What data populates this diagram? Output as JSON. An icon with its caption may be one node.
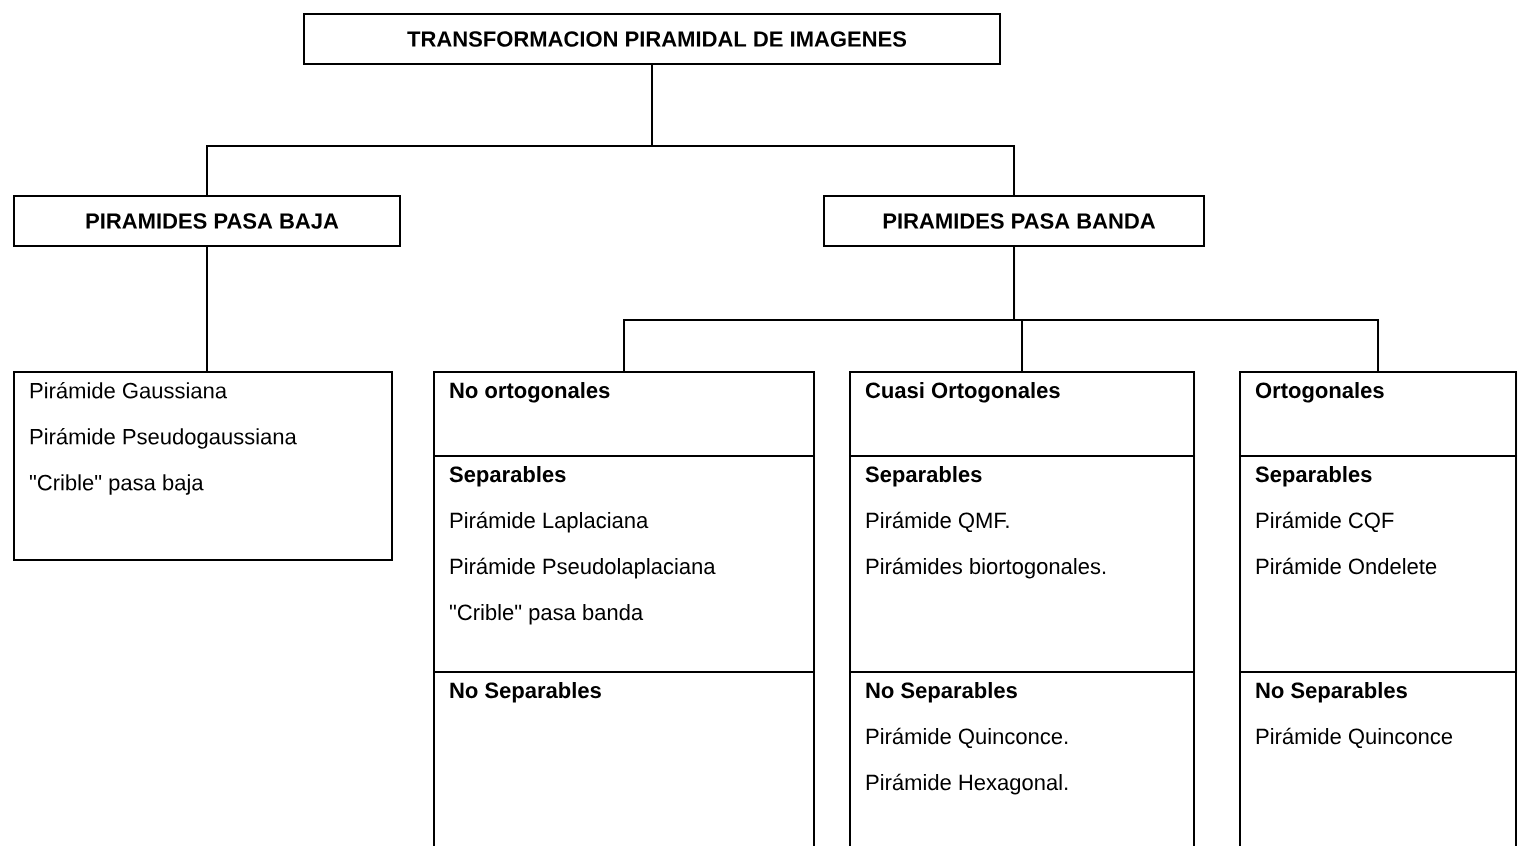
{
  "diagram": {
    "nodes": [
      {
        "text": [
          "TRANSFORMACION PIRAMIDAL DE IMAGENES"
        ]
      },
      {
        "text": [
          "PIRAMIDES PASA BAJA"
        ]
      },
      {
        "text": [
          "PIRAMIDES PASA BANDA"
        ]
      },
      {
        "text": [
          "Pirámide Gaussiana",
          "Pirámide Pseudogaussiana",
          "\"Crible\" pasa baja"
        ]
      },
      {
        "text": [
          "No ortogonales"
        ]
      },
      {
        "text": [
          "Separables",
          "Pirámide Laplaciana",
          "Pirámide Pseudolaplaciana",
          "\"Crible\" pasa banda"
        ]
      },
      {
        "text": [
          "No Separables"
        ]
      },
      {
        "text": [
          "Cuasi Ortogonales"
        ]
      },
      {
        "text": [
          "Separables",
          "Pirámide QMF.",
          "Pirámides biortogonales."
        ]
      },
      {
        "text": [
          "No Separables",
          "Pirámide Quinconce.",
          "Pirámide Hexagonal."
        ]
      },
      {
        "text": [
          "Ortogonales"
        ]
      },
      {
        "text": [
          "Separables",
          "Pirámide CQF",
          "Pirámide Ondelete"
        ]
      },
      {
        "text": [
          "No Separables",
          "Pirámide Quinconce"
        ]
      }
    ],
    "edges": [
      {
        "from": 0,
        "to": 1,
        "arrow": "none"
      },
      {
        "from": 0,
        "to": 2,
        "arrow": "none"
      },
      {
        "from": 1,
        "to": 3,
        "arrow": "none"
      },
      {
        "from": 2,
        "to": 4,
        "arrow": "none"
      },
      {
        "from": 2,
        "to": 7,
        "arrow": "none"
      },
      {
        "from": 2,
        "to": 10,
        "arrow": "none"
      }
    ]
  }
}
